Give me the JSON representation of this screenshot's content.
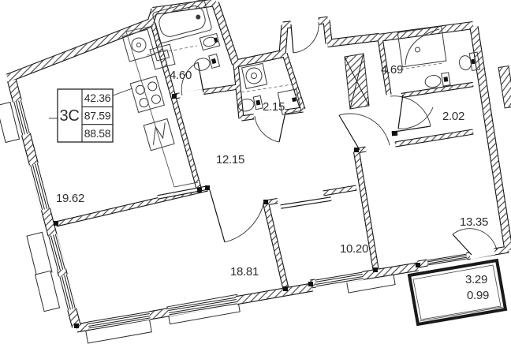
{
  "unit": {
    "type_label": "3С",
    "values": [
      "42.36",
      "87.59",
      "88.58"
    ]
  },
  "rooms": {
    "bathroom": "4.60",
    "wc": "2.15",
    "bathroom_2": "4.69",
    "storage": "2.02",
    "corridor": "12.15",
    "kitchen_living": "19.62",
    "bedroom_1": "18.81",
    "bedroom_2": "10.20",
    "bedroom_3": "13.35",
    "balcony": "3.29",
    "balcony_reduced": "0.99"
  },
  "colors": {
    "wall": "#161616",
    "hatch": "#4a4a4a",
    "label": "#2e2e2e"
  }
}
